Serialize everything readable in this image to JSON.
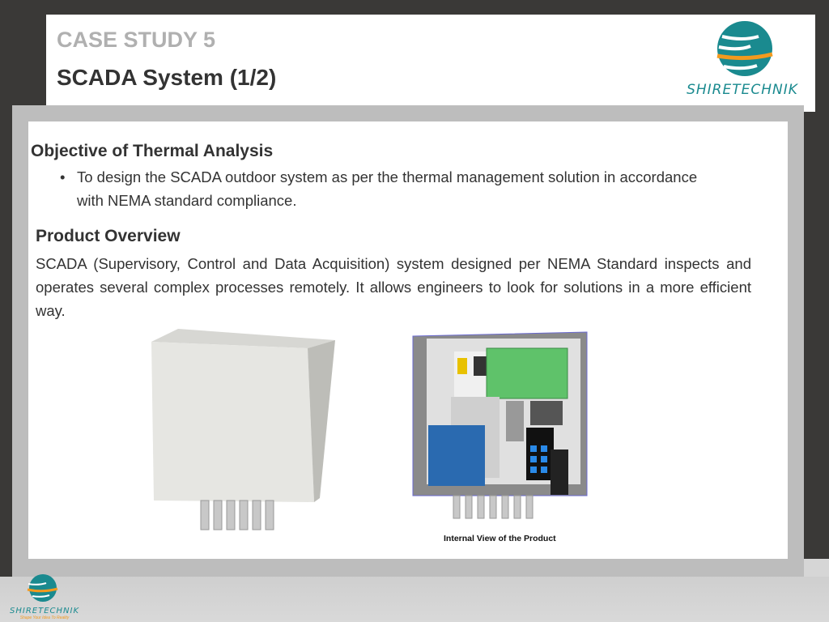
{
  "header": {
    "case_study": "CASE STUDY 5",
    "title": "SCADA System (1/2)"
  },
  "logo": {
    "name": "SHIRETECHNIK",
    "tagline": "Shape Your Idea To Reality",
    "colors": {
      "teal": "#1a8a8f",
      "orange": "#f39a1e"
    }
  },
  "objective": {
    "heading": "Objective of Thermal Analysis",
    "bullet": "To design the SCADA outdoor system as per the thermal management solution in accordance with NEMA standard compliance."
  },
  "overview": {
    "heading": "Product Overview",
    "text": "SCADA (Supervisory, Control and Data Acquisition) system designed per NEMA Standard inspects and operates several complex processes remotely. It allows engineers to look for solutions in a more efficient way."
  },
  "figure": {
    "caption": "Internal View of the Product"
  }
}
